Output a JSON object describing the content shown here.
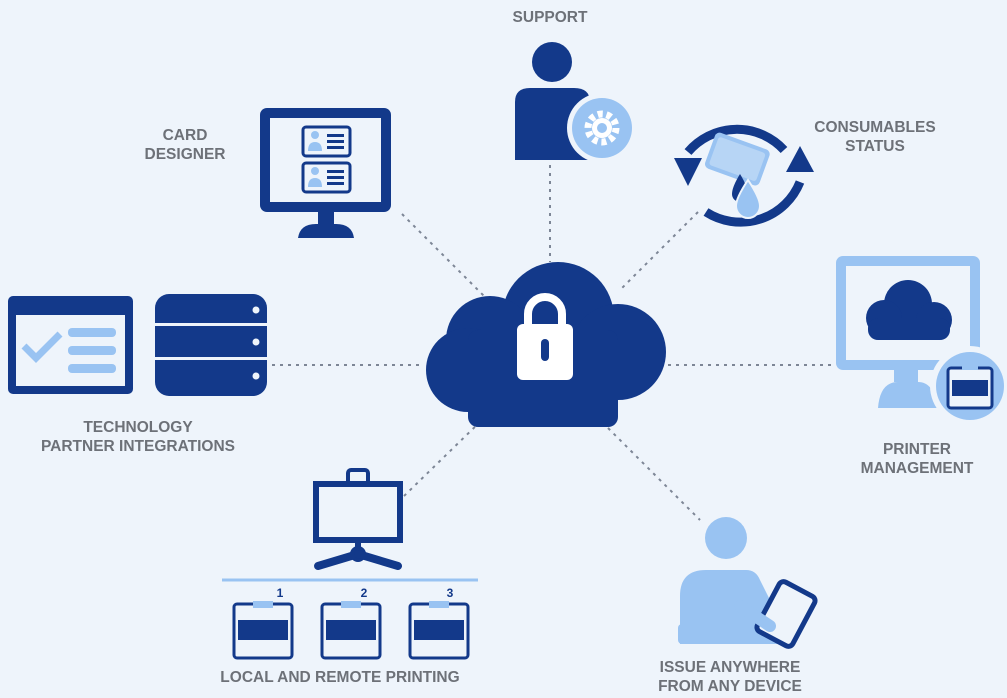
{
  "labels": {
    "support": "SUPPORT",
    "card_designer": [
      "CARD",
      "DESIGNER"
    ],
    "consumables_status": [
      "CONSUMABLES",
      "STATUS"
    ],
    "technology_partner": [
      "TECHNOLOGY",
      "PARTNER INTEGRATIONS"
    ],
    "printer_management": [
      "PRINTER",
      "MANAGEMENT"
    ],
    "local_remote_printing": "LOCAL AND REMOTE PRINTING",
    "issue_anywhere": [
      "ISSUE ANYWHERE",
      "FROM ANY DEVICE"
    ]
  },
  "printer_numbers": [
    "1",
    "2",
    "3"
  ],
  "colors": {
    "navy": "#13398a",
    "light_blue": "#99c3f2",
    "background": "#eef4fb",
    "label_gray": "#6d7178"
  },
  "icons": {
    "center": "cloud-lock-icon",
    "support": "person-gear-icon",
    "card_designer": "monitor-id-cards-icon",
    "consumables_status": "refresh-card-ink-icon",
    "technology_partner": "checklist-window-database-icon",
    "printer_management": "monitor-cloud-printer-icon",
    "local_remote_printing": "network-printers-icon",
    "issue_anywhere": "person-tablet-icon"
  }
}
